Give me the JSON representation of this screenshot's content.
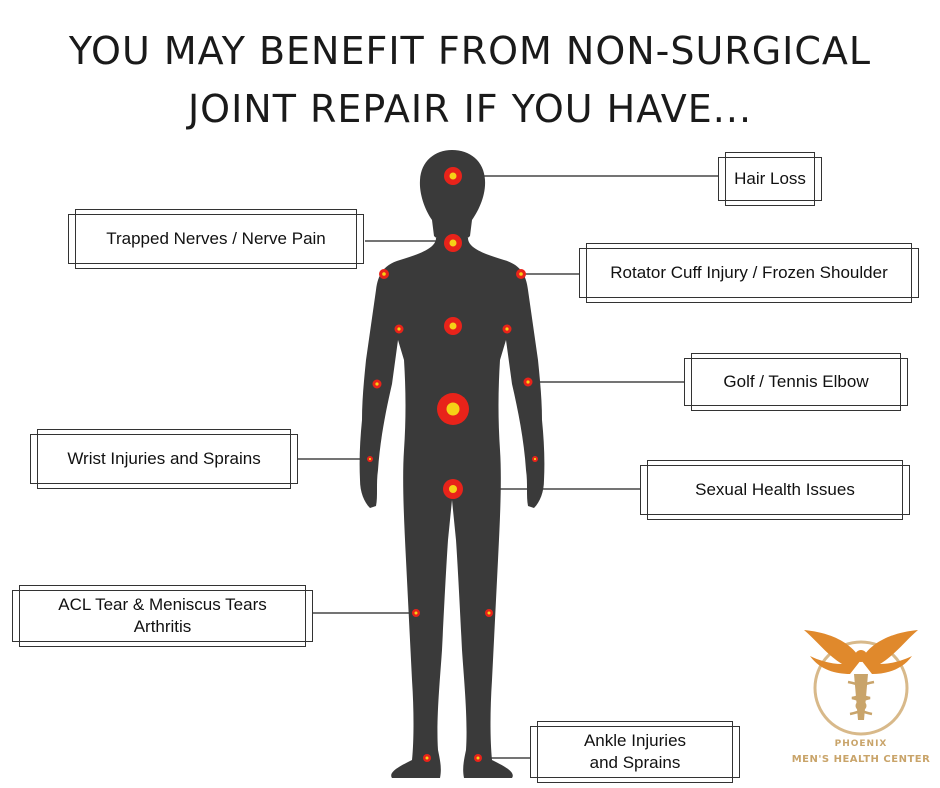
{
  "title": {
    "line1": "YOU MAY BENEFIT FROM NON-SURGICAL",
    "line2": "JOINT REPAIR IF YOU HAVE..."
  },
  "labels": {
    "hair_loss": "Hair Loss",
    "trapped_nerves": "Trapped Nerves / Nerve Pain",
    "rotator_cuff": "Rotator Cuff Injury / Frozen Shoulder",
    "golf_elbow": "Golf / Tennis Elbow",
    "wrist": "Wrist Injuries and Sprains",
    "sexual_health": "Sexual Health Issues",
    "acl_line1": "ACL Tear & Meniscus Tears",
    "acl_line2": "Arthritis",
    "ankle_line1": "Ankle Injuries",
    "ankle_line2": "and Sprains"
  },
  "logo": {
    "line1": "PHOENIX",
    "line2": "MEN'S HEALTH CENTER"
  },
  "colors": {
    "silhouette": "#3a3a3a",
    "marker_outer": "#e8231a",
    "marker_inner": "#f5d216",
    "logo_gold": "#c9a46a",
    "logo_orange": "#e0892c"
  }
}
